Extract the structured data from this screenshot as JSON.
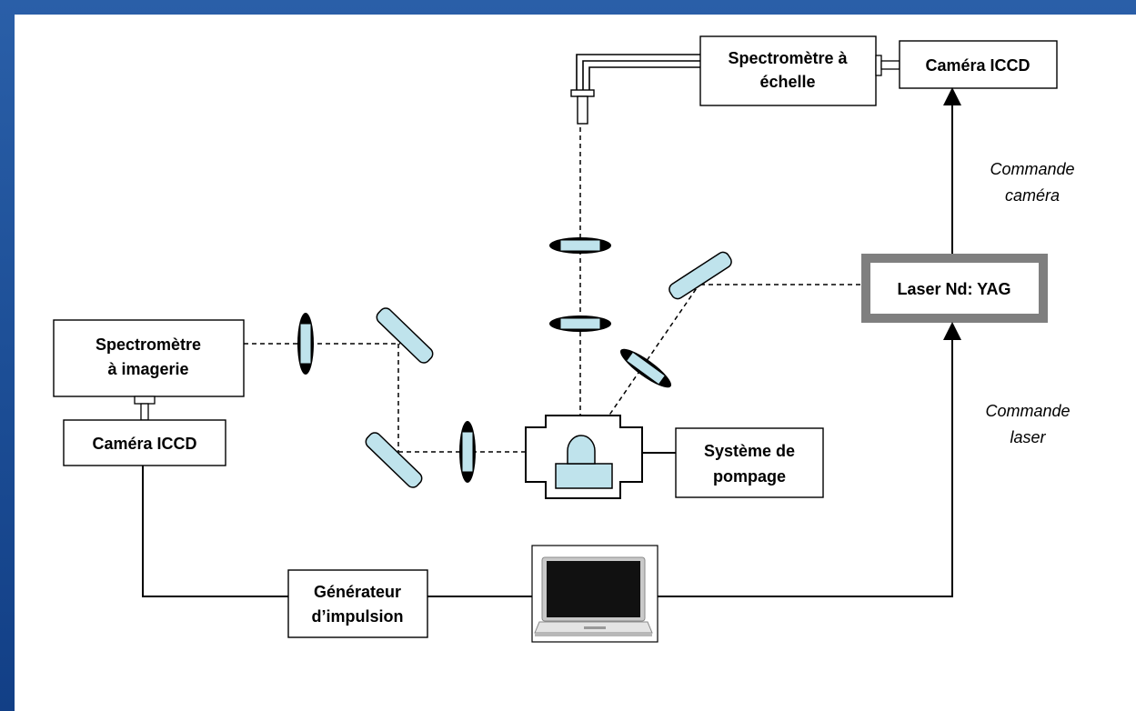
{
  "colors": {
    "frame_blue": "#1d4f97",
    "optic_fill": "#bfe3ec",
    "laser_border": "#7f7f7f",
    "line": "#000000"
  },
  "boxes": {
    "echelle_spectrometer": {
      "line1": "Spectromètre à",
      "line2": "échelle"
    },
    "camera_top": "Caméra ICCD",
    "laser": "Laser Nd: YAG",
    "imaging_spectrometer": {
      "line1": "Spectromètre",
      "line2": "à imagerie"
    },
    "camera_left": "Caméra ICCD",
    "pumping_system": {
      "line1": "Système de",
      "line2": "pompage"
    },
    "pulse_generator": {
      "line1": "Générateur",
      "line2": "d’impulsion"
    }
  },
  "labels": {
    "camera_command": {
      "line1": "Commande",
      "line2": "caméra"
    },
    "laser_command": {
      "line1": "Commande",
      "line2": "laser"
    }
  },
  "icons": [
    "laptop-icon",
    "optical-fiber-icon",
    "lens-icon",
    "mirror-icon",
    "vacuum-chamber-icon",
    "arrow-icon"
  ]
}
